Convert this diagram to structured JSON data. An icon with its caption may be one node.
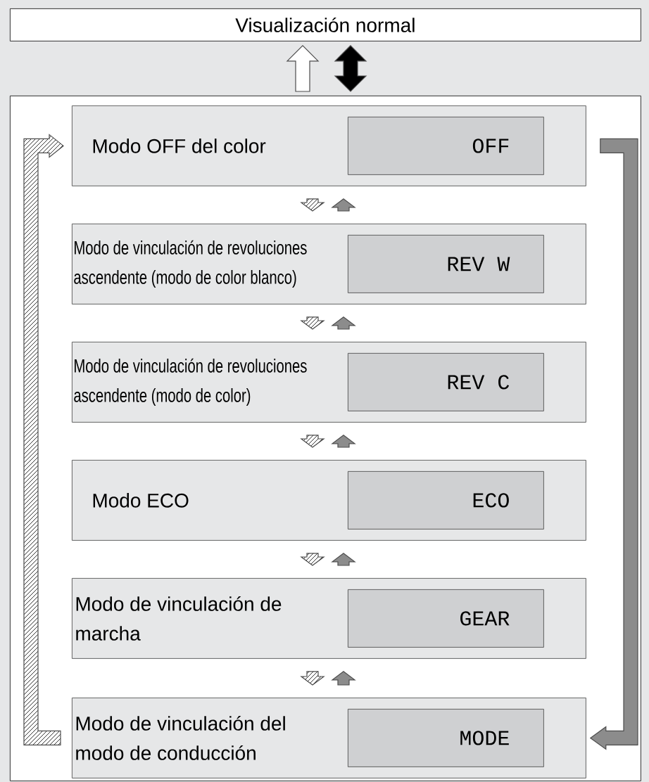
{
  "diagram": {
    "nodes": [
      {
        "text": [
          "Visualización normal"
        ]
      },
      {
        "text": [],
        "shape": "box"
      },
      {
        "text": [
          "Modo OFF del color"
        ],
        "in": 1
      },
      {
        "text": [
          "OFF"
        ],
        "in": 2
      },
      {
        "text": [
          "Modo de vinculación de revoluciones ascendente (modo de color blanco)"
        ],
        "in": 1
      },
      {
        "text": [
          "REV W"
        ],
        "in": 4
      },
      {
        "text": [
          "Modo de vinculación de revoluciones ascendente (modo de color)"
        ],
        "in": 1
      },
      {
        "text": [
          "REV C"
        ],
        "in": 6
      },
      {
        "text": [
          "Modo ECO"
        ],
        "in": 1
      },
      {
        "text": [
          "ECO"
        ],
        "in": 8
      },
      {
        "text": [
          "Modo de vinculación de marcha"
        ],
        "in": 1
      },
      {
        "text": [
          "GEAR"
        ],
        "in": 10
      },
      {
        "text": [
          "Modo de vinculación del modo de conducción"
        ],
        "in": 1
      },
      {
        "text": [
          "MODE"
        ],
        "in": 12
      }
    ],
    "edges": [
      {
        "from": 1,
        "to": 0,
        "arrow": "to",
        "color": "#ffffff"
      },
      {
        "from": 0,
        "to": 1,
        "arrow": "both",
        "color": "#000000"
      },
      {
        "from": 2,
        "to": 4,
        "arrow": "to"
      },
      {
        "from": 4,
        "to": 2,
        "arrow": "to",
        "color": "#8c8c8c"
      },
      {
        "from": 4,
        "to": 6,
        "arrow": "to"
      },
      {
        "from": 6,
        "to": 4,
        "arrow": "to",
        "color": "#8c8c8c"
      },
      {
        "from": 6,
        "to": 8,
        "arrow": "to"
      },
      {
        "from": 8,
        "to": 6,
        "arrow": "to",
        "color": "#8c8c8c"
      },
      {
        "from": 8,
        "to": 10,
        "arrow": "to"
      },
      {
        "from": 10,
        "to": 8,
        "arrow": "to",
        "color": "#8c8c8c"
      },
      {
        "from": 10,
        "to": 12,
        "arrow": "to"
      },
      {
        "from": 12,
        "to": 10,
        "arrow": "to",
        "color": "#8c8c8c"
      },
      {
        "from": 12,
        "to": 2,
        "arrow": "to"
      },
      {
        "from": 2,
        "to": 12,
        "arrow": "to",
        "color": "#8c8c8c"
      }
    ]
  }
}
